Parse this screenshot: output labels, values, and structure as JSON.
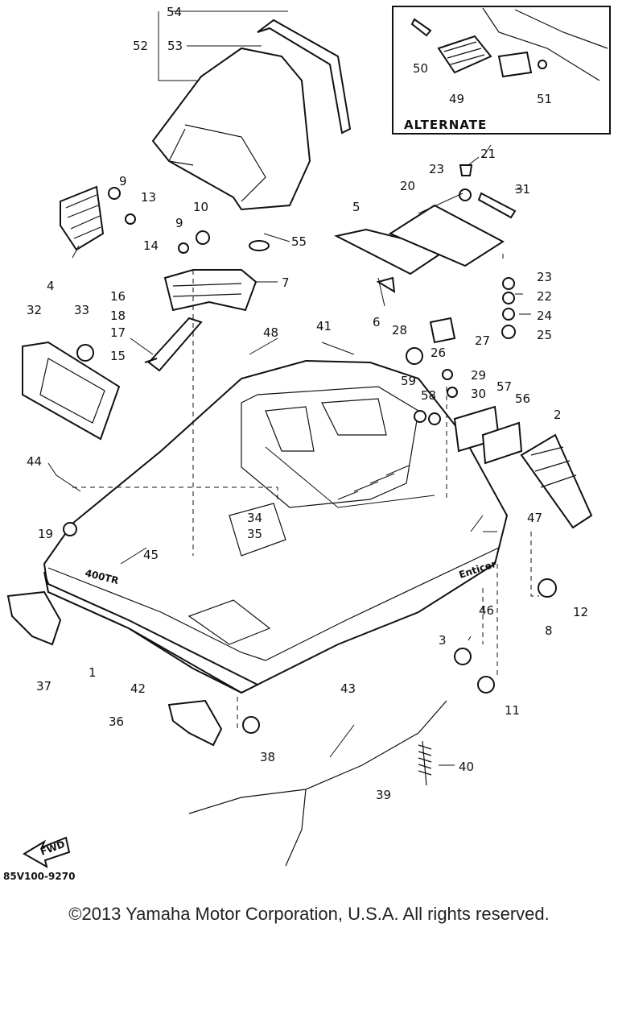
{
  "diagram": {
    "part_numbers": [
      "1",
      "2",
      "3",
      "4",
      "5",
      "6",
      "7",
      "8",
      "9",
      "9",
      "10",
      "11",
      "12",
      "13",
      "14",
      "15",
      "16",
      "17",
      "18",
      "19",
      "20",
      "21",
      "22",
      "23",
      "23",
      "24",
      "25",
      "26",
      "27",
      "28",
      "29",
      "30",
      "31",
      "32",
      "33",
      "34",
      "35",
      "36",
      "37",
      "38",
      "39",
      "40",
      "41",
      "42",
      "43",
      "44",
      "45",
      "46",
      "47",
      "48",
      "49",
      "50",
      "51",
      "52",
      "53",
      "54",
      "55",
      "56",
      "57",
      "58",
      "59"
    ],
    "alternate_label": "ALTERNATE",
    "hood_badge": "400TR",
    "side_badge": "Enticer",
    "fwd_label": "FWD",
    "diagram_code": "85V100-9270"
  },
  "footer": {
    "copyright": "©2013 Yamaha Motor Corporation, U.S.A. All rights reserved."
  }
}
